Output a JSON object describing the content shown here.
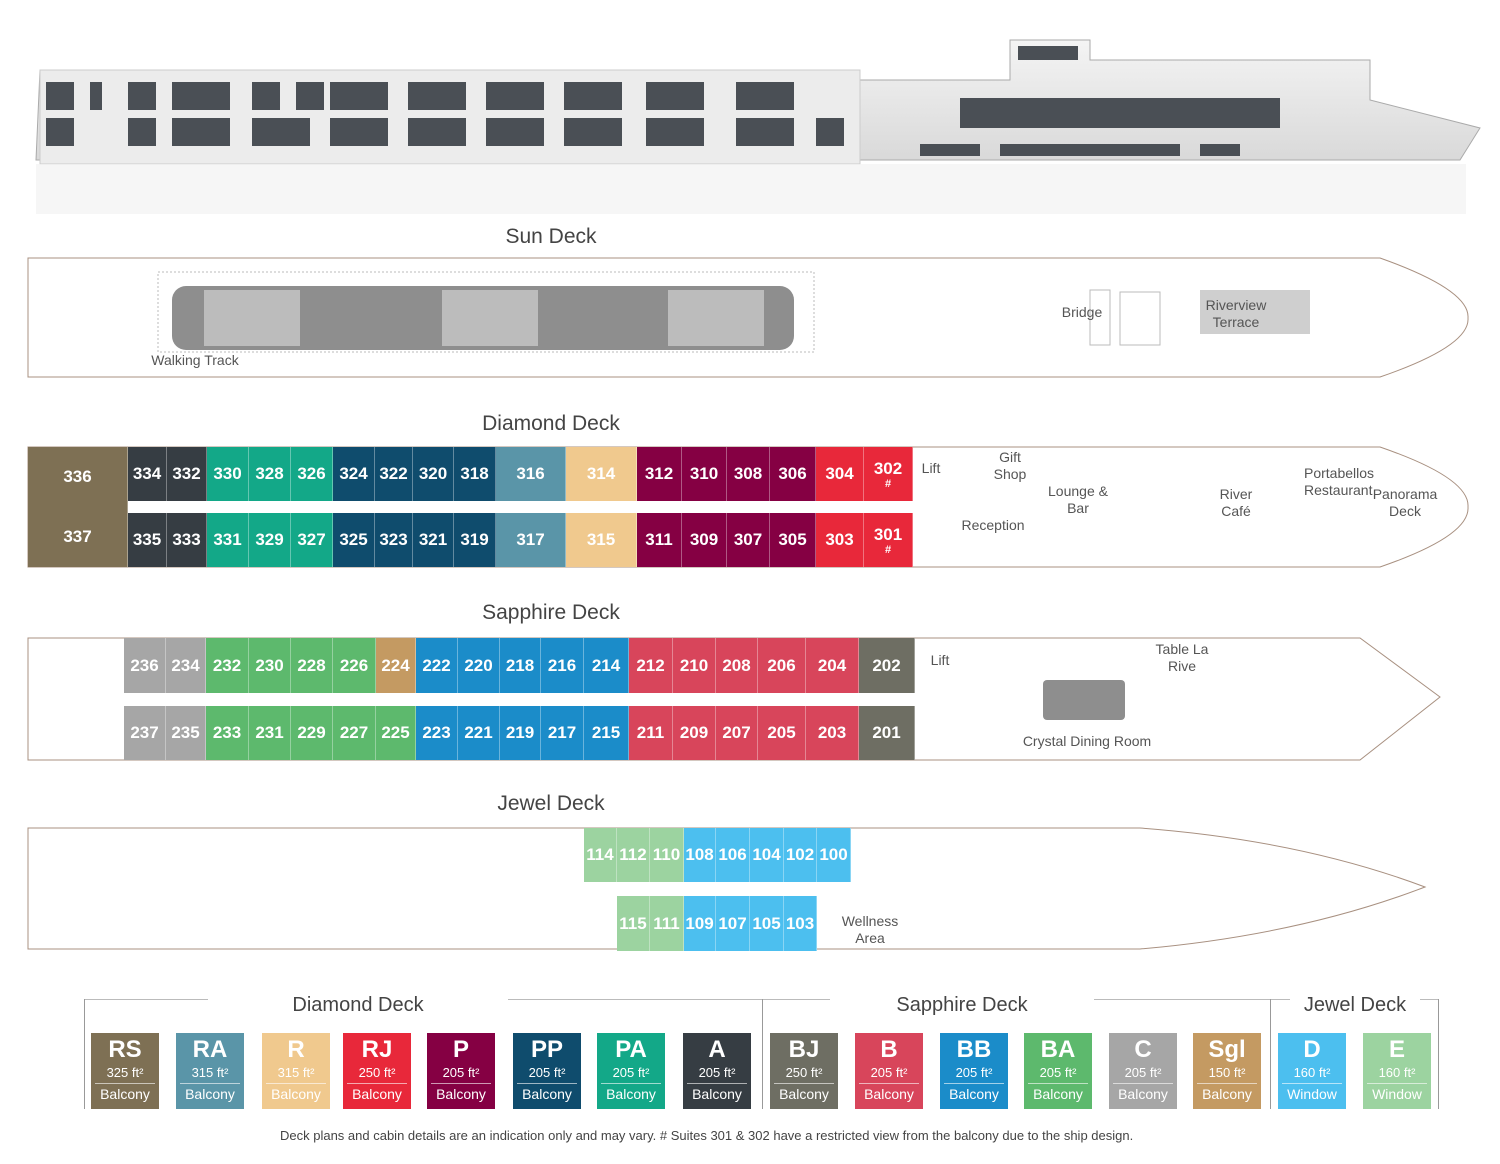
{
  "decks": {
    "sun": {
      "title": "Sun Deck",
      "walking_track": "Walking Track",
      "bridge": "Bridge",
      "riverview": "Riverview Terrace"
    },
    "diamond": {
      "title": "Diamond Deck",
      "lift": "Lift",
      "gift": "Gift Shop",
      "reception": "Reception",
      "lounge": "Lounge & Bar",
      "cafe": "River Café",
      "restaurant": "Portabellos Restaurant",
      "panorama": "Panorama Deck"
    },
    "sapphire": {
      "title": "Sapphire Deck",
      "lift": "Lift",
      "table": "Table La Rive",
      "dining": "Crystal Dining Room"
    },
    "jewel": {
      "title": "Jewel Deck",
      "wellness": "Wellness Area"
    }
  },
  "colors": {
    "RS": "#7e7054",
    "RA": "#5a95a8",
    "R": "#f0c98e",
    "RJ": "#e8283a",
    "P": "#850043",
    "PP": "#0f4c6d",
    "PA": "#13a888",
    "A": "#363d43",
    "BJ": "#6e6e63",
    "B": "#d8455b",
    "BB": "#1b8cc9",
    "BA": "#5db96d",
    "C": "#a6a6a6",
    "Sgl": "#c49a62",
    "D": "#4cbfef",
    "E": "#9cd3a0"
  },
  "cabins": {
    "diamond_top": [
      {
        "n": "336",
        "c": "RS"
      },
      {
        "n": "334",
        "c": "A"
      },
      {
        "n": "332",
        "c": "A"
      },
      {
        "n": "330",
        "c": "PA"
      },
      {
        "n": "328",
        "c": "PA"
      },
      {
        "n": "326",
        "c": "PA"
      },
      {
        "n": "324",
        "c": "PP"
      },
      {
        "n": "322",
        "c": "PP"
      },
      {
        "n": "320",
        "c": "PP"
      },
      {
        "n": "318",
        "c": "PP"
      },
      {
        "n": "316",
        "c": "RA"
      },
      {
        "n": "314",
        "c": "R"
      },
      {
        "n": "312",
        "c": "P"
      },
      {
        "n": "310",
        "c": "P"
      },
      {
        "n": "308",
        "c": "P"
      },
      {
        "n": "306",
        "c": "P"
      },
      {
        "n": "304",
        "c": "RJ"
      },
      {
        "n": "302",
        "c": "RJ",
        "mark": "#"
      }
    ],
    "diamond_bottom": [
      {
        "n": "337",
        "c": "RS"
      },
      {
        "n": "335",
        "c": "A"
      },
      {
        "n": "333",
        "c": "A"
      },
      {
        "n": "331",
        "c": "PA"
      },
      {
        "n": "329",
        "c": "PA"
      },
      {
        "n": "327",
        "c": "PA"
      },
      {
        "n": "325",
        "c": "PP"
      },
      {
        "n": "323",
        "c": "PP"
      },
      {
        "n": "321",
        "c": "PP"
      },
      {
        "n": "319",
        "c": "PP"
      },
      {
        "n": "317",
        "c": "RA"
      },
      {
        "n": "315",
        "c": "R"
      },
      {
        "n": "311",
        "c": "P"
      },
      {
        "n": "309",
        "c": "P"
      },
      {
        "n": "307",
        "c": "P"
      },
      {
        "n": "305",
        "c": "P"
      },
      {
        "n": "303",
        "c": "RJ"
      },
      {
        "n": "301",
        "c": "RJ",
        "mark": "#"
      }
    ],
    "sapphire_top": [
      {
        "n": "236",
        "c": "C"
      },
      {
        "n": "234",
        "c": "C"
      },
      {
        "n": "232",
        "c": "BA"
      },
      {
        "n": "230",
        "c": "BA"
      },
      {
        "n": "228",
        "c": "BA"
      },
      {
        "n": "226",
        "c": "BA"
      },
      {
        "n": "224",
        "c": "Sgl"
      },
      {
        "n": "222",
        "c": "BB"
      },
      {
        "n": "220",
        "c": "BB"
      },
      {
        "n": "218",
        "c": "BB"
      },
      {
        "n": "216",
        "c": "BB"
      },
      {
        "n": "214",
        "c": "BB"
      },
      {
        "n": "212",
        "c": "B"
      },
      {
        "n": "210",
        "c": "B"
      },
      {
        "n": "208",
        "c": "B"
      },
      {
        "n": "206",
        "c": "B"
      },
      {
        "n": "204",
        "c": "B"
      },
      {
        "n": "202",
        "c": "BJ"
      }
    ],
    "sapphire_bottom": [
      {
        "n": "237",
        "c": "C"
      },
      {
        "n": "235",
        "c": "C"
      },
      {
        "n": "233",
        "c": "BA"
      },
      {
        "n": "231",
        "c": "BA"
      },
      {
        "n": "229",
        "c": "BA"
      },
      {
        "n": "227",
        "c": "BA"
      },
      {
        "n": "225",
        "c": "BA"
      },
      {
        "n": "223",
        "c": "BB"
      },
      {
        "n": "221",
        "c": "BB"
      },
      {
        "n": "219",
        "c": "BB"
      },
      {
        "n": "217",
        "c": "BB"
      },
      {
        "n": "215",
        "c": "BB"
      },
      {
        "n": "211",
        "c": "B"
      },
      {
        "n": "209",
        "c": "B"
      },
      {
        "n": "207",
        "c": "B"
      },
      {
        "n": "205",
        "c": "B"
      },
      {
        "n": "203",
        "c": "B"
      },
      {
        "n": "201",
        "c": "BJ"
      }
    ],
    "jewel_top": [
      {
        "n": "114",
        "c": "E"
      },
      {
        "n": "112",
        "c": "E"
      },
      {
        "n": "110",
        "c": "E"
      },
      {
        "n": "108",
        "c": "D"
      },
      {
        "n": "106",
        "c": "D"
      },
      {
        "n": "104",
        "c": "D"
      },
      {
        "n": "102",
        "c": "D"
      },
      {
        "n": "100",
        "c": "D"
      }
    ],
    "jewel_bottom": [
      {
        "n": "115",
        "c": "E"
      },
      {
        "n": "111",
        "c": "E"
      },
      {
        "n": "109",
        "c": "D"
      },
      {
        "n": "107",
        "c": "D"
      },
      {
        "n": "105",
        "c": "D"
      },
      {
        "n": "103",
        "c": "D"
      }
    ]
  },
  "legend": {
    "groups": [
      "Diamond Deck",
      "Sapphire Deck",
      "Jewel Deck"
    ],
    "items": [
      {
        "code": "RS",
        "size": "325 ft²",
        "type": "Balcony"
      },
      {
        "code": "RA",
        "size": "315 ft²",
        "type": "Balcony"
      },
      {
        "code": "R",
        "size": "315 ft²",
        "type": "Balcony"
      },
      {
        "code": "RJ",
        "size": "250 ft²",
        "type": "Balcony"
      },
      {
        "code": "P",
        "size": "205 ft²",
        "type": "Balcony"
      },
      {
        "code": "PP",
        "size": "205 ft²",
        "type": "Balcony"
      },
      {
        "code": "PA",
        "size": "205 ft²",
        "type": "Balcony"
      },
      {
        "code": "A",
        "size": "205 ft²",
        "type": "Balcony"
      },
      {
        "code": "BJ",
        "size": "250 ft²",
        "type": "Balcony"
      },
      {
        "code": "B",
        "size": "205 ft²",
        "type": "Balcony"
      },
      {
        "code": "BB",
        "size": "205 ft²",
        "type": "Balcony"
      },
      {
        "code": "BA",
        "size": "205 ft²",
        "type": "Balcony"
      },
      {
        "code": "C",
        "size": "205 ft²",
        "type": "Balcony"
      },
      {
        "code": "Sgl",
        "size": "150 ft²",
        "type": "Balcony"
      },
      {
        "code": "D",
        "size": "160 ft²",
        "type": "Window"
      },
      {
        "code": "E",
        "size": "160 ft²",
        "type": "Window"
      }
    ]
  },
  "footnote": "Deck plans and cabin details are an indication only and may vary.  # Suites 301 & 302 have a restricted view from the balcony due to the ship design."
}
